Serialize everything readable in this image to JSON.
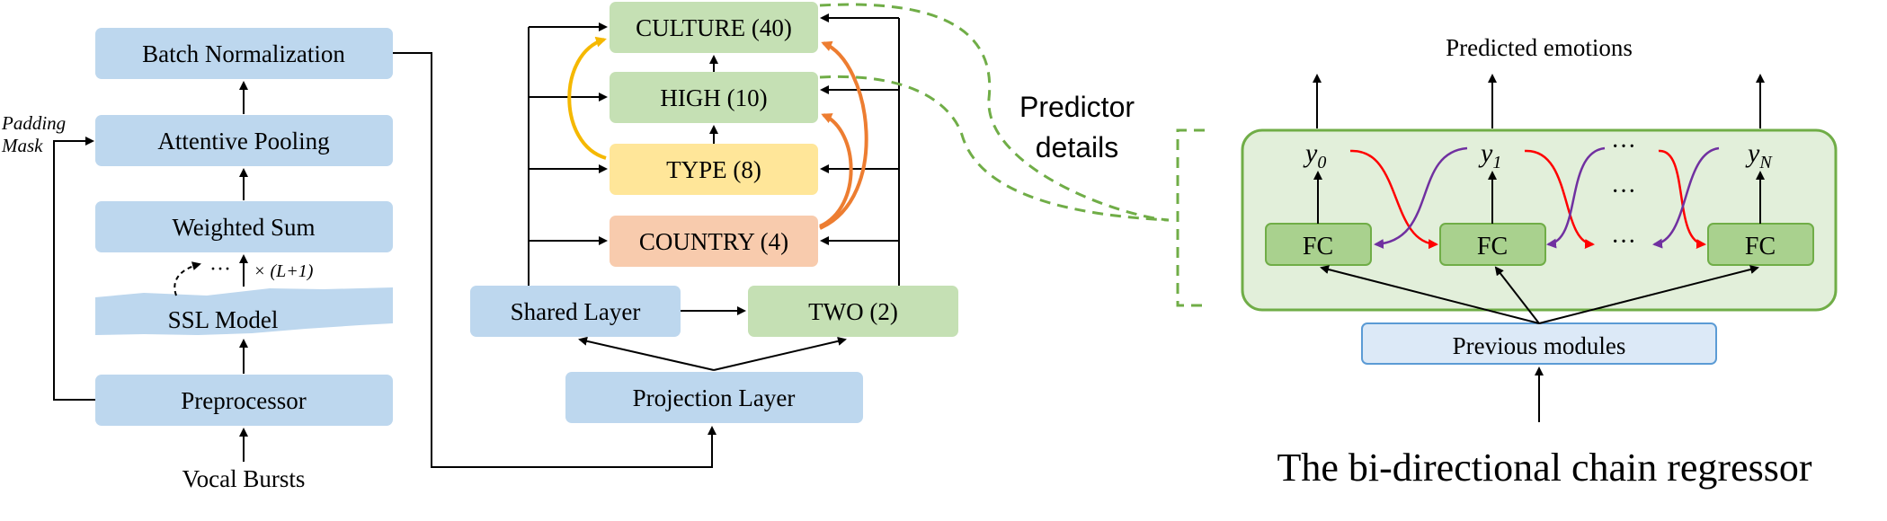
{
  "colors": {
    "blue_box": "#bdd7ee",
    "green_box": "#c5e0b4",
    "yellow_box": "#ffe699",
    "orange_box": "#f8cbad",
    "panel_green": "#e2efda",
    "panel_border": "#70ad47",
    "fc_green": "#a9d18e",
    "dashed_green": "#70ad47",
    "arrow_yellow": "#f5b800",
    "arrow_orange": "#ed7d31",
    "arrow_red": "#ff0000",
    "arrow_purple": "#7030a0",
    "prev_modules_fill": "#dce9f7",
    "prev_modules_border": "#5b9bd5"
  },
  "encoder": {
    "batch_norm": "Batch Normalization",
    "attentive_pooling": "Attentive Pooling",
    "weighted_sum": "Weighted Sum",
    "ssl_model": "SSL Model",
    "preprocessor": "Preprocessor",
    "input": "Vocal Bursts",
    "padding_label": "Padding",
    "mask_label": "Mask",
    "dots": "···",
    "layers_label": "× (L+1)"
  },
  "predictor": {
    "culture": "CULTURE (40)",
    "high": "HIGH (10)",
    "type": "TYPE (8)",
    "country": "COUNTRY (4)",
    "shared_layer": "Shared Layer",
    "two": "TWO (2)",
    "projection_layer": "Projection Layer",
    "details_line1": "Predictor",
    "details_line2": "details"
  },
  "regressor": {
    "title": "The bi-directional chain regressor",
    "predicted_emotions": "Predicted emotions",
    "y0": "y",
    "y0_sub": "0",
    "y1": "y",
    "y1_sub": "1",
    "yN": "y",
    "yN_sub": "N",
    "fc": "FC",
    "ellipsis": "···",
    "previous_modules": "Previous modules"
  }
}
